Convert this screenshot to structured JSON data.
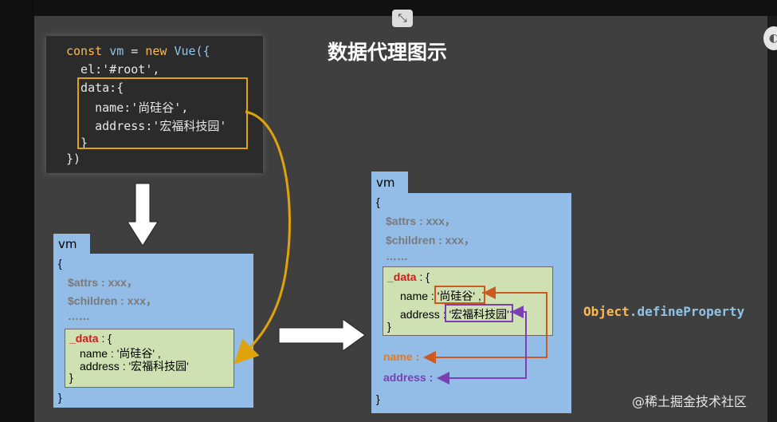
{
  "title": "数据代理图示",
  "code": {
    "line1": {
      "const": "const",
      "vm": "vm",
      "eq": " = ",
      "new": "new",
      "vue": " Vue({"
    },
    "line2": "  el:'#root',",
    "line3": "  data:{",
    "line4": "    name:'尚硅谷',",
    "line5": "    address:'宏福科技园'",
    "line6": "  }",
    "line7": "})"
  },
  "vm_left": {
    "tab": "vm",
    "open": "{",
    "attrs": "$attrs : xxx，",
    "children": "$children : xxx，",
    "dots": "……",
    "data_key": "_data",
    "data_open": " : {",
    "name_line": "name : '尚硅谷' ,",
    "addr_line": "address : '宏福科技园'",
    "data_close": "}",
    "close": "}"
  },
  "vm_right": {
    "tab": "vm",
    "open": "{",
    "attrs": "$attrs : xxx，",
    "children": "$children : xxx，",
    "dots": "……",
    "data_key": "_data",
    "data_open": " : {",
    "name_key": "name : ",
    "name_val": "'尚硅谷' ,",
    "addr_key": "address : ",
    "addr_val": "'宏福科技园'",
    "data_close": "}",
    "name_proxy": "name :",
    "addr_proxy": "address :",
    "close": "}"
  },
  "define_property": {
    "obj": "Object",
    "dot": ".",
    "method": "defineProperty"
  },
  "watermark": "@稀土掘金技术社区",
  "icons": {
    "restore": "restore-icon",
    "corner": "badge-icon"
  },
  "colors": {
    "arrow_yellow": "#e0a40a",
    "name_orange": "#cc5a20",
    "addr_purple": "#7a3fb5",
    "vm_blue": "#93bce6",
    "data_green": "#cfe0b3"
  }
}
